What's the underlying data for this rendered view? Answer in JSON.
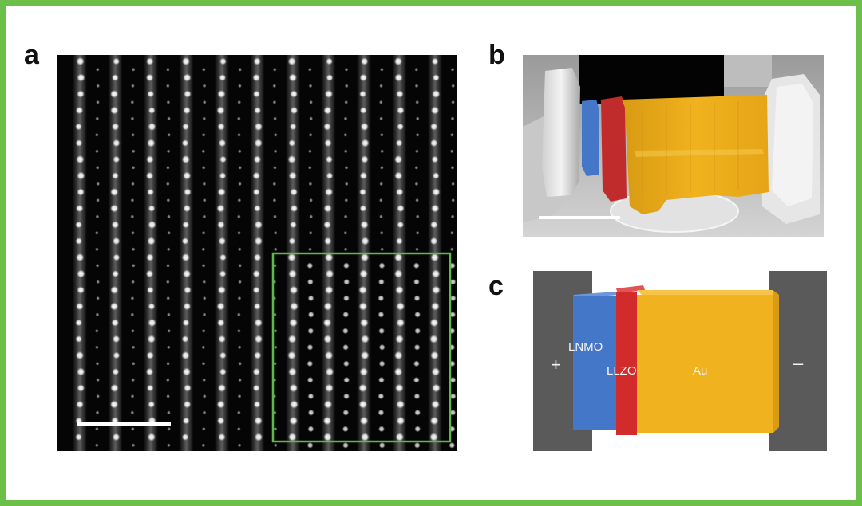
{
  "panel_labels": {
    "a": "a",
    "b": "b",
    "c": "c"
  },
  "schematic": {
    "plus_sign": "+",
    "minus_sign": "–",
    "layer_lnmo": "LNMO",
    "layer_llzo": "LLZO",
    "layer_au": "Au"
  },
  "colors": {
    "frame": "#6cc04a",
    "highlight_box": "#5fb84a",
    "lnmo": "#4477c8",
    "llzo": "#d12b2b",
    "au": "#f0b21e",
    "electrode": "#5a5a5a"
  }
}
